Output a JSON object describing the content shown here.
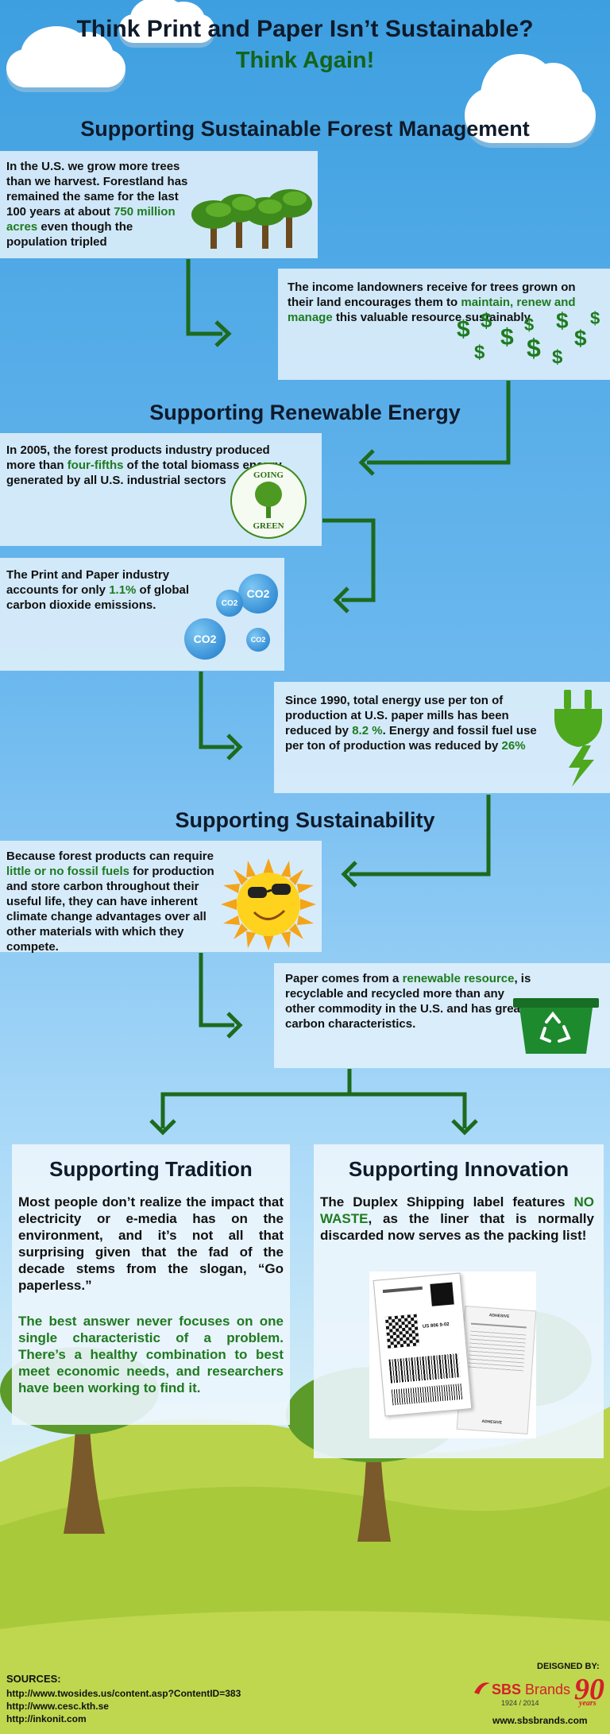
{
  "header": {
    "title_line1": "Think Print and Paper Isn’t Sustainable?",
    "title_line2": "Think Again!"
  },
  "sections": {
    "forest": "Supporting Sustainable Forest Management",
    "energy": "Supporting Renewable Energy",
    "sustainability": "Supporting Sustainability",
    "tradition": "Supporting Tradition",
    "innovation": "Supporting Innovation"
  },
  "facts": {
    "f1a": "In the U.S. we grow more trees than we harvest. Forestland has remained the same for the last 100 years at about ",
    "f1b": "750 million acres",
    "f1c": " even though the population tripled",
    "f2a": "The income landowners receive for trees grown on their land encourages them to ",
    "f2b": "maintain, renew and manage",
    "f2c": " this valuable resource sustainably.",
    "f3a": "In 2005, the forest products industry produced more than ",
    "f3b": "four-fifths",
    "f3c": " of the total biomass energy generated by all U.S. industrial sectors",
    "f4a": "The Print and Paper industry accounts for only ",
    "f4b": "1.1%",
    "f4c": " of global carbon dioxide emissions.",
    "f5a": "Since 1990, total energy use per ton of production at U.S. paper mills has been reduced by ",
    "f5b": "8.2 %",
    "f5c": ". Energy and fossil fuel use per ton of production was reduced by ",
    "f5d": "26%",
    "f6a": "Because forest products can require ",
    "f6b": "little or no fossil fuels",
    "f6c": " for production and store carbon throughout their useful life, they can have inherent climate change advantages over all other materials with which they compete.",
    "f7a": "Paper comes from a ",
    "f7b": "renewable resource",
    "f7c": ", is recyclable and recycled more than any other commodity in the U.S. and has great carbon characteristics."
  },
  "badge": {
    "top": "GOING",
    "bottom": "GREEN"
  },
  "co2": "CO2",
  "dollar": "$",
  "tradition": {
    "p1": "Most people don’t realize the impact that electricity or e-media has on the environment, and it’s not all that surprising given that the fad of the decade stems from the slogan, “Go paperless.”",
    "p2": "The best answer never focuses on one single characteristic of a problem. There’s a healthy combination to best meet economic needs, and researchers have been working to find it."
  },
  "innovation": {
    "p1a": "The Duplex Shipping label features ",
    "p1b": "NO WASTE",
    "p1c": ", as the liner that is normally discarded now serves as the packing list!",
    "label_code": "US 806 9-02",
    "adhesive": "ADHESIVE"
  },
  "footer": {
    "sources_title": "SOURCES:",
    "sources": [
      "http://www.twosides.us/content.asp?ContentID=383",
      "http://www.cesc.kth.se",
      "http://inkonit.com"
    ],
    "designed_by": "DEISGNED BY:",
    "brand_sbs": "SBS",
    "brand_name": "Brands",
    "years": "1924 / 2014",
    "ninety": "90",
    "years_word": "years",
    "website": "www.sbsbrands.com"
  },
  "colors": {
    "arrow": "#1d6a1d",
    "highlight": "#1e7b1f",
    "sky_top": "#3d9fe0",
    "grass": "#a8c93a"
  }
}
